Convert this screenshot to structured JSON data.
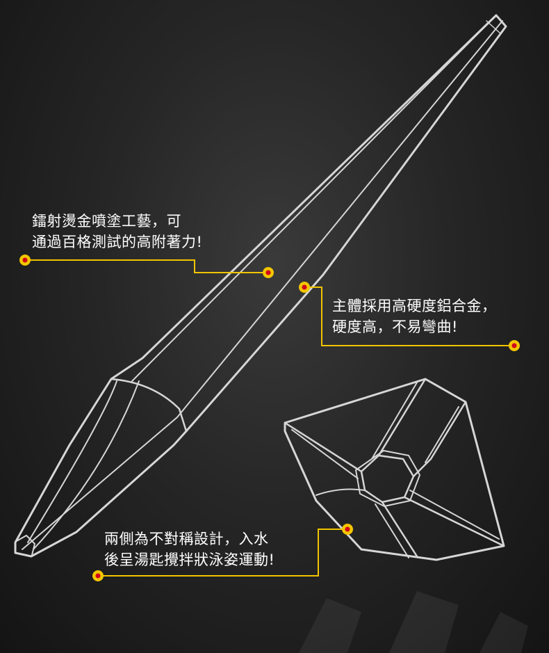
{
  "colors": {
    "accent": "#f2c500",
    "dot_center": "#d0021b",
    "outline": "#d6d6d6",
    "text": "#ffffff"
  },
  "callouts": {
    "coating": {
      "line1": "鐳射燙金噴塗工藝，可",
      "line2": "通過百格測試的高附著力!"
    },
    "body": {
      "line1": "主體採用高硬度鋁合金，",
      "line2": "硬度高，不易彎曲!"
    },
    "design": {
      "line1": "兩側為不對稱設計，入水",
      "line2": "後呈湯匙攪拌狀泳姿運動!"
    }
  }
}
